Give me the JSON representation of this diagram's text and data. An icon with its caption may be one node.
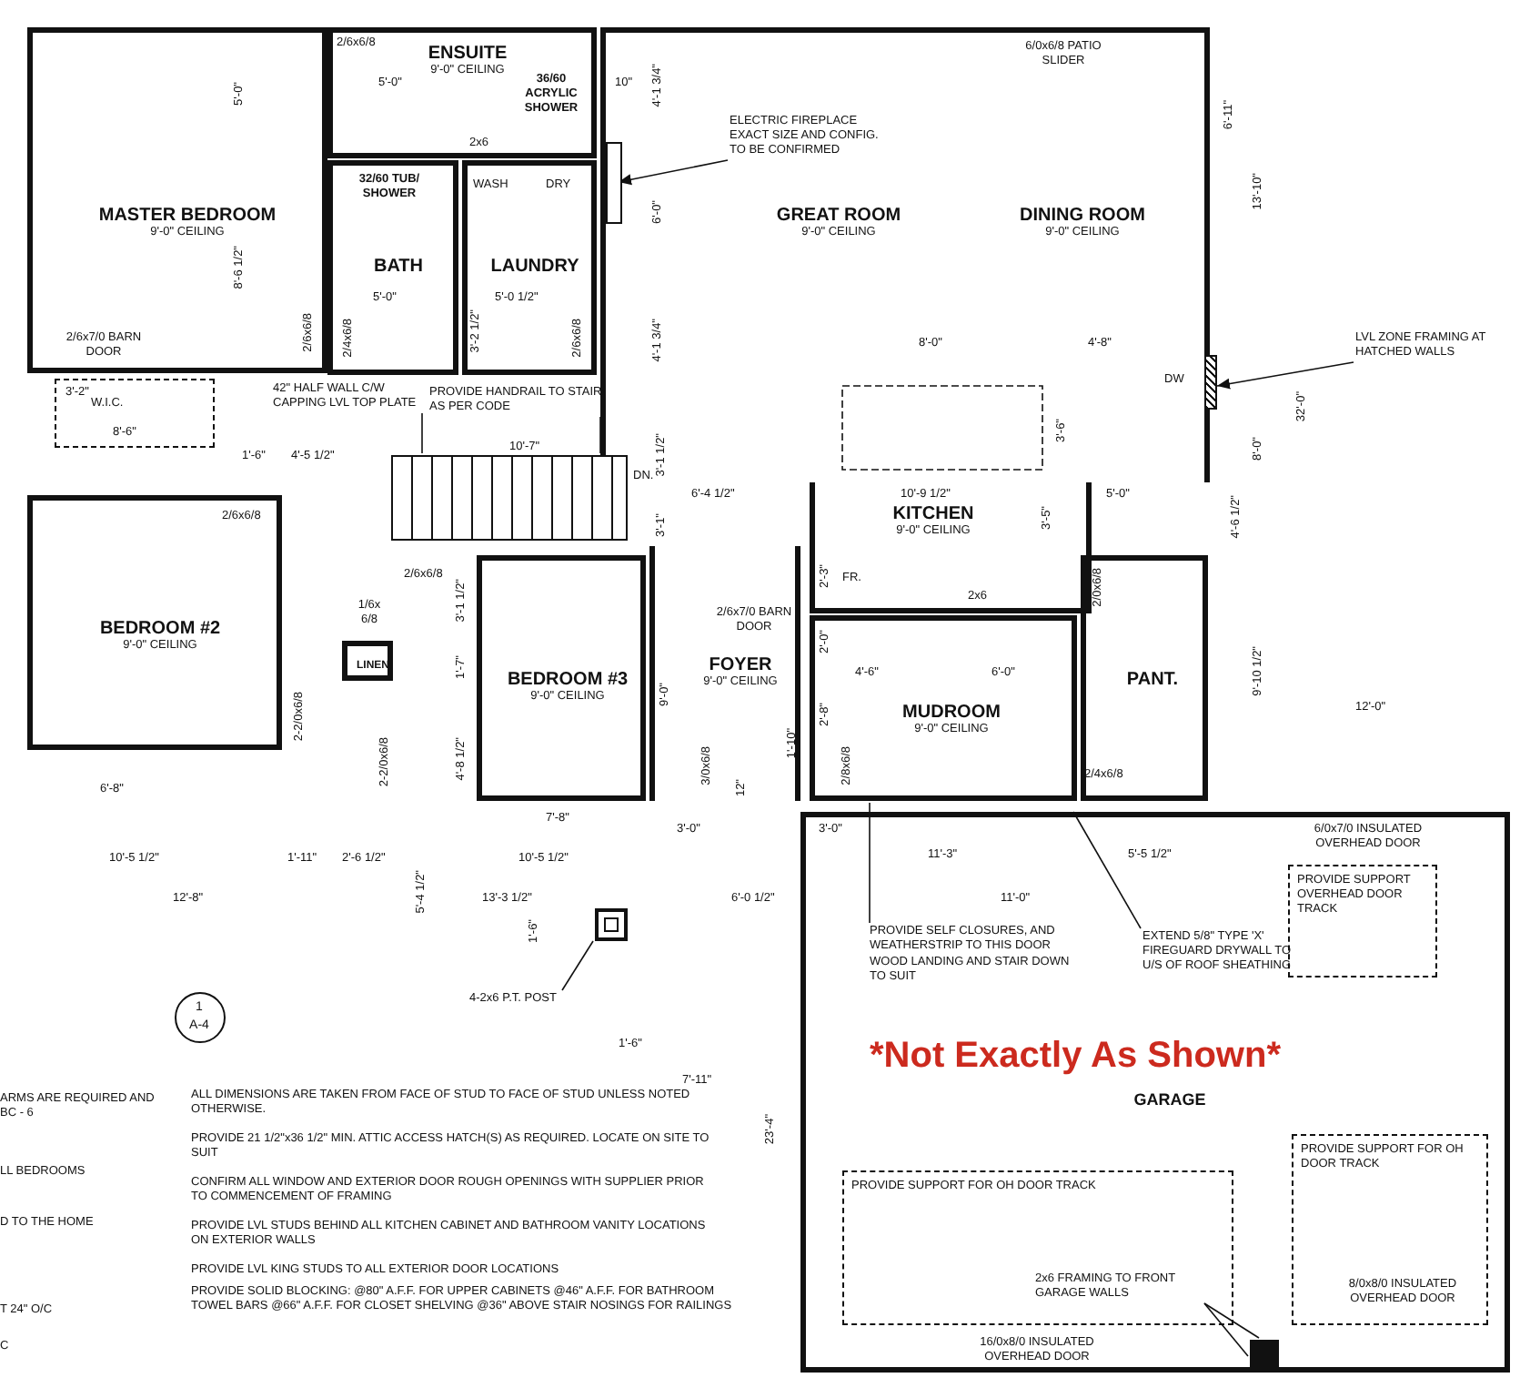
{
  "diagram": {
    "nodes": [
      {
        "text": [
          "MASTER BEDROOM",
          "9'-0\" CEILING"
        ]
      },
      {
        "text": [
          "ENSUITE",
          "9'-0\" CEILING"
        ]
      },
      {
        "text": [
          "BATH"
        ]
      },
      {
        "text": [
          "LAUNDRY"
        ]
      },
      {
        "text": [
          "W.I.C."
        ]
      },
      {
        "text": [
          "GREAT ROOM",
          "9'-0\" CEILING"
        ]
      },
      {
        "text": [
          "DINING ROOM",
          "9'-0\" CEILING"
        ]
      },
      {
        "text": [
          "KITCHEN",
          "9'-0\" CEILING"
        ]
      },
      {
        "text": [
          "BEDROOM #2",
          "9'-0\" CEILING"
        ]
      },
      {
        "text": [
          "LINEN"
        ]
      },
      {
        "text": [
          "BEDROOM #3",
          "9'-0\" CEILING"
        ]
      },
      {
        "text": [
          "FOYER",
          "9'-0\" CEILING"
        ]
      },
      {
        "text": [
          "MUDROOM",
          "9'-0\" CEILING"
        ]
      },
      {
        "text": [
          "PANT."
        ]
      },
      {
        "text": [
          "GARAGE"
        ]
      },
      {
        "text": [
          "PROVIDE SUPPORT OVERHEAD DOOR TRACK"
        ],
        "in": 14
      },
      {
        "text": [
          "PROVIDE SUPPORT FOR OH DOOR TRACK"
        ],
        "in": 14
      },
      {
        "text": [
          "PROVIDE SUPPORT FOR OH DOOR TRACK"
        ],
        "in": 14
      },
      {
        "text": [
          "ELECTRIC FIREPLACE EXACT SIZE AND CONFIG. TO BE CONFIRMED"
        ],
        "in": 5
      },
      {
        "text": [
          "LVL ZONE FRAMING AT HATCHED WALLS"
        ]
      },
      {
        "text": [
          "42\" HALF WALL C/W CAPPING LVL TOP PLATE"
        ]
      },
      {
        "text": [
          "PROVIDE HANDRAIL TO STAIR AS PER CODE"
        ]
      },
      {
        "text": [
          "PROVIDE SELF CLOSURES, AND WEATHERSTRIP TO THIS DOOR",
          "WOOD LANDING AND STAIR DOWN TO SUIT"
        ],
        "in": 14
      },
      {
        "text": [
          "EXTEND 5/8\" TYPE 'X' FIREGUARD DRYWALL TO U/S OF ROOF SHEATHING"
        ],
        "in": 14
      },
      {
        "text": [
          "4-2x6 P.T. POST"
        ]
      },
      {
        "text": [
          "2x6 FRAMING TO FRONT GARAGE WALLS"
        ],
        "in": 17
      },
      {
        "text": [
          "1",
          "A-4"
        ]
      },
      {
        "text": [],
        "shape": "box",
        "in": 5
      },
      {
        "text": [],
        "shape": "bar"
      },
      {
        "text": [],
        "shape": "picture"
      },
      {
        "text": [],
        "shape": "box"
      },
      {
        "text": [],
        "shape": "box",
        "in": 14
      }
    ],
    "edges": [
      {
        "from": 18,
        "to": 27,
        "arrow": "to"
      },
      {
        "from": 19,
        "to": 28,
        "arrow": "to"
      },
      {
        "from": 20,
        "to": 29,
        "arrow": "none"
      },
      {
        "from": 21,
        "to": 29,
        "arrow": "none"
      },
      {
        "from": 22,
        "to": 12,
        "arrow": "none"
      },
      {
        "from": 23,
        "to": null,
        "arrow": "none"
      },
      {
        "from": 24,
        "to": 30,
        "arrow": "none"
      },
      {
        "from": 25,
        "to": 31,
        "arrow": "none"
      },
      {
        "from": 25,
        "to": 31,
        "arrow": "none"
      }
    ],
    "labels": [
      "2/6x6/8",
      "5'-0\"",
      "36/60 ACRYLIC SHOWER",
      "10\"",
      "5'-0\"",
      "4'-1 3/4\"",
      "2x6",
      "32/60 TUB/ SHOWER",
      "WASH",
      "DRY",
      "6'-0\"",
      "8'-6 1/2\"",
      "5'-0\"",
      "5'-0 1/2\"",
      "2/6x6/8",
      "2/4x6/8",
      "3'-2 1/2\"",
      "2/6x6/8",
      "4'-1 3/4\"",
      "2/6x7/0 BARN DOOR",
      "3'-2\"",
      "8'-6\"",
      "1'-6\"",
      "4'-5 1/2\"",
      "10'-7\"",
      "3'-1 1/2\"",
      "6/0x6/8 PATIO SLIDER",
      "6'-11\"",
      "13'-10\"",
      "32'-0\"",
      "8'-0\"",
      "4'-8\"",
      "3'-6\"",
      "DW",
      "8'-0\"",
      "DN.",
      "6'-4 1/2\"",
      "10'-9 1/2\"",
      "5'-0\"",
      "3'-5\"",
      "4'-6 1/2\"",
      "3'-1\"",
      "2/6x6/8",
      "2/6x6/8",
      "3'-1 1/2\"",
      "2'-3\"",
      "FR.",
      "2/0x6/8",
      "1/6x 6/8",
      "2/6x7/0 BARN DOOR",
      "2x6",
      "1'-7\"",
      "2'-0\"",
      "9'-10 1/2\"",
      "2-2/0x6/8",
      "4'-6\"",
      "6'-0\"",
      "9'-0\"",
      "2'-8\"",
      "12'-0\"",
      "2-2/0x6/8",
      "4'-8 1/2\"",
      "1'-10\"",
      "3/0x6/8",
      "2/4x6/8",
      "2/8x6/8",
      "12\"",
      "6/0x7/0 INSULATED OVERHEAD DOOR",
      "6'-8\"",
      "7'-8\"",
      "3'-0\"",
      "3'-0\"",
      "10'-5 1/2\"",
      "1'-11\"",
      "2'-6 1/2\"",
      "10'-5 1/2\"",
      "11'-3\"",
      "5'-5 1/2\"",
      "12'-8\"",
      "5'-4 1/2\"",
      "13'-3 1/2\"",
      "6'-0 1/2\"",
      "11'-0\"",
      "1'-6\"",
      "1'-6\"",
      "7'-11\"",
      "23'-4\"",
      "*Not Exactly As Shown*",
      "ARMS ARE REQUIRED AND BC - 6",
      "LL BEDROOMS",
      "D TO THE HOME",
      "T 24\" O/C",
      "C",
      "ALL DIMENSIONS ARE TAKEN FROM FACE OF STUD TO FACE OF STUD UNLESS NOTED OTHERWISE.",
      "PROVIDE 21 1/2\"x36 1/2\" MIN. ATTIC ACCESS HATCH(S) AS REQUIRED. LOCATE ON SITE TO SUIT",
      "CONFIRM ALL WINDOW AND EXTERIOR DOOR ROUGH OPENINGS WITH SUPPLIER PRIOR TO COMMENCEMENT OF FRAMING",
      "PROVIDE LVL STUDS BEHIND ALL KITCHEN CABINET AND BATHROOM VANITY LOCATIONS ON EXTERIOR WALLS",
      "PROVIDE LVL KING STUDS TO ALL EXTERIOR DOOR LOCATIONS",
      "PROVIDE SOLID BLOCKING: @80\" A.F.F. FOR UPPER CABINETS @46\" A.F.F. FOR BATHROOM TOWEL BARS @66\" A.F.F. FOR CLOSET SHELVING @36\" ABOVE STAIR NOSINGS FOR RAILINGS",
      "16/0x8/0 INSULATED OVERHEAD DOOR",
      "8/0x8/0 INSULATED OVERHEAD DOOR"
    ]
  }
}
